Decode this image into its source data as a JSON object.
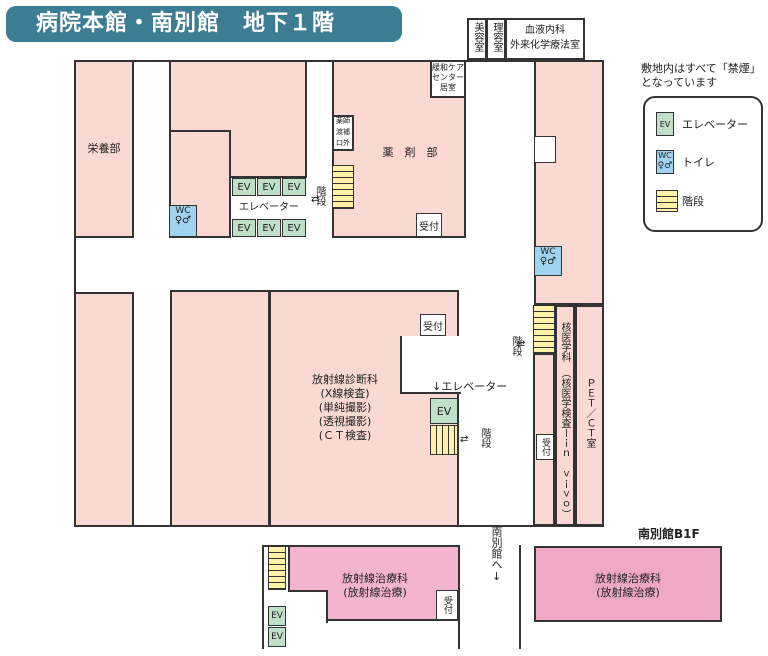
{
  "title": "病院本館・南別館　地下１階",
  "legend": {
    "notice_line1": "敷地内はすべて「禁煙」",
    "notice_line2": "となっています",
    "ev_icon": "EV",
    "ev_label": "エレベーター",
    "wc_icon": "WC",
    "wc_label": "トイレ",
    "stairs_label": "階段"
  },
  "rooms": {
    "biyoushitsu": "美容室",
    "rihatsu": "理容室",
    "ketsueki_line1": "血液内科",
    "ketsueki_line2": "外来化学療法室",
    "kanwa_line1": "緩和ケア",
    "kanwa_line2": "センター",
    "kanwa_line3": "居室",
    "eiyoubu": "栄養部",
    "yakuzai": "薬　剤　部",
    "yakuzai_window": "薬師\n渡補\n口外",
    "elevator_hall": "エレベーター",
    "housha_line1": "放射線診断科",
    "housha_line2": "(X線検査)",
    "housha_line3": "(単純撮影)",
    "housha_line4": "(透視撮影)",
    "housha_line5": "(ＣＴ検査)",
    "kaku_main": "核医学科",
    "kaku_sub": "（核医学検査ーｉｎ ｖｉｖｏ）",
    "pet": "ＰＥＴ／ＣＴ室",
    "chiryou_line1": "放射線治療科",
    "chiryou_line2": "(放射線治療)",
    "b1f_chiryou_line1": "放射線治療科",
    "b1f_chiryou_line2": "(放射線治療)",
    "b1f_label": "南別館B1F",
    "to_minami": "南別館へ↓"
  },
  "markers": {
    "ev": "EV",
    "wc": "WC",
    "uketsuke": "受付",
    "kaidan": "階段",
    "ev_arrow": "↓エレベーター"
  },
  "colors": {
    "title_bg": "#3d7d94",
    "room": "#f9d9d2",
    "therapy": "#f4b3cf",
    "ev": "#bfe0c6",
    "wc": "#9fd3ef",
    "stairs": "#fdf2a8"
  }
}
